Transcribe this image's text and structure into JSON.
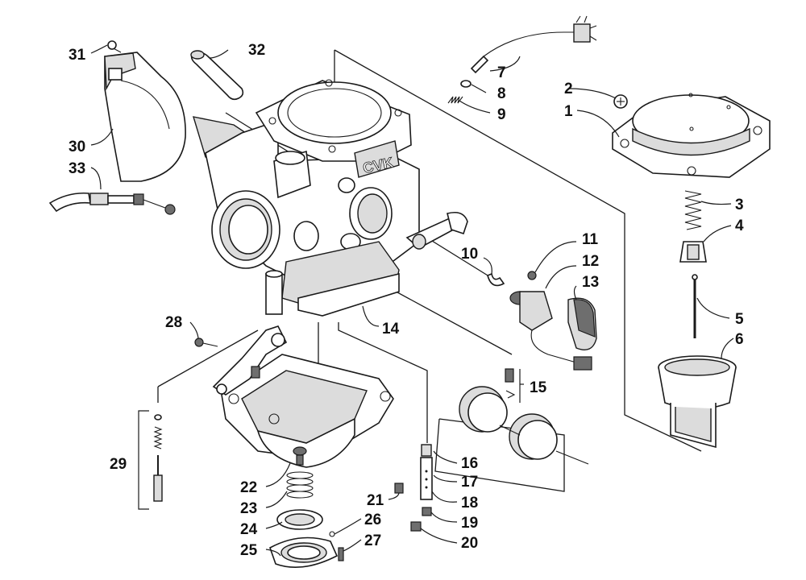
{
  "diagram": {
    "carb_marking": "CVK",
    "callouts": [
      {
        "id": "1",
        "text": "1"
      },
      {
        "id": "2",
        "text": "2"
      },
      {
        "id": "3",
        "text": "3"
      },
      {
        "id": "4",
        "text": "4"
      },
      {
        "id": "5",
        "text": "5"
      },
      {
        "id": "6",
        "text": "6"
      },
      {
        "id": "7",
        "text": "7"
      },
      {
        "id": "8",
        "text": "8"
      },
      {
        "id": "9",
        "text": "9"
      },
      {
        "id": "10",
        "text": "10"
      },
      {
        "id": "11",
        "text": "11"
      },
      {
        "id": "12",
        "text": "12"
      },
      {
        "id": "13",
        "text": "13"
      },
      {
        "id": "14",
        "text": "14"
      },
      {
        "id": "15",
        "text": "15"
      },
      {
        "id": "16",
        "text": "16"
      },
      {
        "id": "17",
        "text": "17"
      },
      {
        "id": "18",
        "text": "18"
      },
      {
        "id": "19",
        "text": "19"
      },
      {
        "id": "20",
        "text": "20"
      },
      {
        "id": "21",
        "text": "21"
      },
      {
        "id": "22",
        "text": "22"
      },
      {
        "id": "23",
        "text": "23"
      },
      {
        "id": "24",
        "text": "24"
      },
      {
        "id": "25",
        "text": "25"
      },
      {
        "id": "26",
        "text": "26"
      },
      {
        "id": "27",
        "text": "27"
      },
      {
        "id": "28",
        "text": "28"
      },
      {
        "id": "29",
        "text": "29"
      },
      {
        "id": "30",
        "text": "30"
      },
      {
        "id": "31",
        "text": "31"
      },
      {
        "id": "32",
        "text": "32"
      },
      {
        "id": "33",
        "text": "33"
      }
    ]
  }
}
